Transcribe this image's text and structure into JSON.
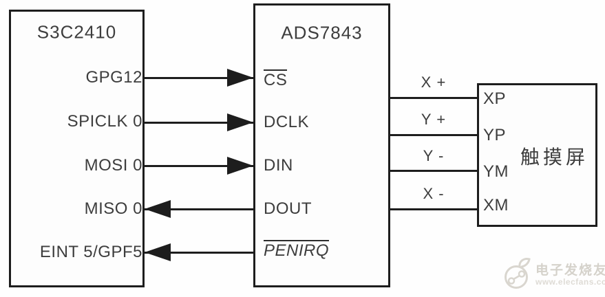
{
  "blocks": {
    "s3c2410": {
      "title": "S3C2410",
      "pins": [
        "GPG12",
        "SPICLK 0",
        "MOSI 0",
        "MISO 0",
        "EINT 5/GPF5"
      ]
    },
    "ads7843": {
      "title": "ADS7843",
      "pins": [
        "CS",
        "DCLK",
        "DIN",
        "DOUT",
        "PENIRQ"
      ]
    },
    "touchscreen": {
      "title": "触摸屏",
      "pins": [
        "XP",
        "YP",
        "YM",
        "XM"
      ]
    }
  },
  "wire_labels": [
    "X +",
    "Y +",
    "Y -",
    "X -"
  ],
  "watermark": {
    "brand": "电子发烧友",
    "url": "www.elecfans.com"
  },
  "colors": {
    "line": "#1d1d1d",
    "text": "#3d3d3d",
    "watermark": "#d6d3cc",
    "background": "#fefefe"
  }
}
